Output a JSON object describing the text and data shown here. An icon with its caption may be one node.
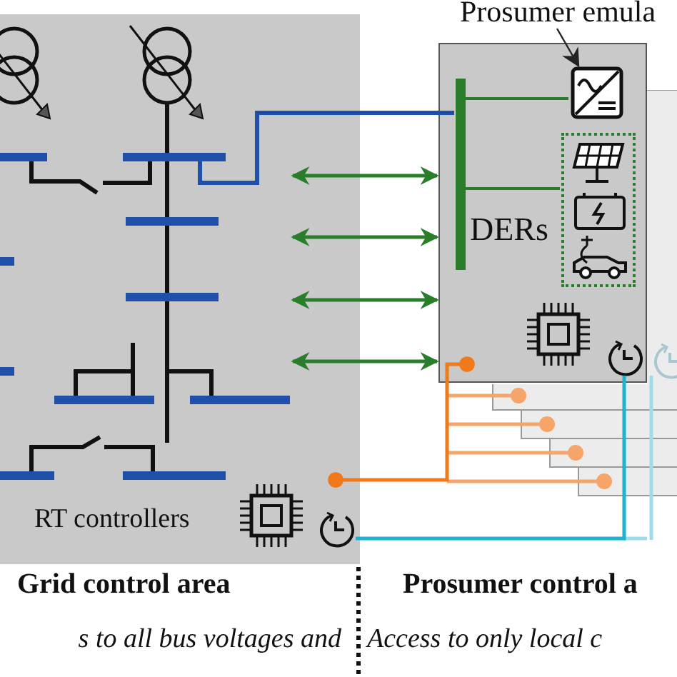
{
  "diagram": {
    "nodes": [
      {
        "text": [
          "Grid control area"
        ]
      },
      {
        "text": [
          "RT controllers"
        ],
        "in": 0
      },
      {
        "text": [
          "Prosumer emula"
        ]
      },
      {
        "text": [],
        "shape": "box"
      },
      {
        "text": [],
        "shape": "picture",
        "in": 3
      },
      {
        "text": [],
        "shape": "box",
        "beside": [
          "DERs"
        ],
        "in": 3
      },
      {
        "text": [],
        "shape": "bar",
        "in": 3
      }
    ],
    "edges": [
      {
        "from": 2,
        "to": 4,
        "arrow": "to",
        "color": "#222222"
      },
      {
        "from": 0,
        "to": 6,
        "arrow": "none",
        "color": "#1f4fa8"
      },
      {
        "from": 0,
        "to": 3,
        "arrow": "both"
      },
      {
        "from": 0,
        "to": 3,
        "arrow": "both"
      },
      {
        "from": 0,
        "to": 3,
        "arrow": "both"
      },
      {
        "from": 0,
        "to": 3,
        "arrow": "both"
      },
      {
        "from": 1,
        "to": 3,
        "arrow": "other",
        "color": "#f07a1a"
      },
      {
        "from": 1,
        "to": 3,
        "arrow": "none",
        "color": "#1fb3d1"
      },
      {
        "from": 6,
        "to": 4,
        "arrow": "none"
      },
      {
        "from": 6,
        "to": 5,
        "arrow": "none"
      }
    ],
    "labels": [
      "Prosumer control a",
      "s to all bus voltages and",
      "Access to only local c"
    ]
  }
}
